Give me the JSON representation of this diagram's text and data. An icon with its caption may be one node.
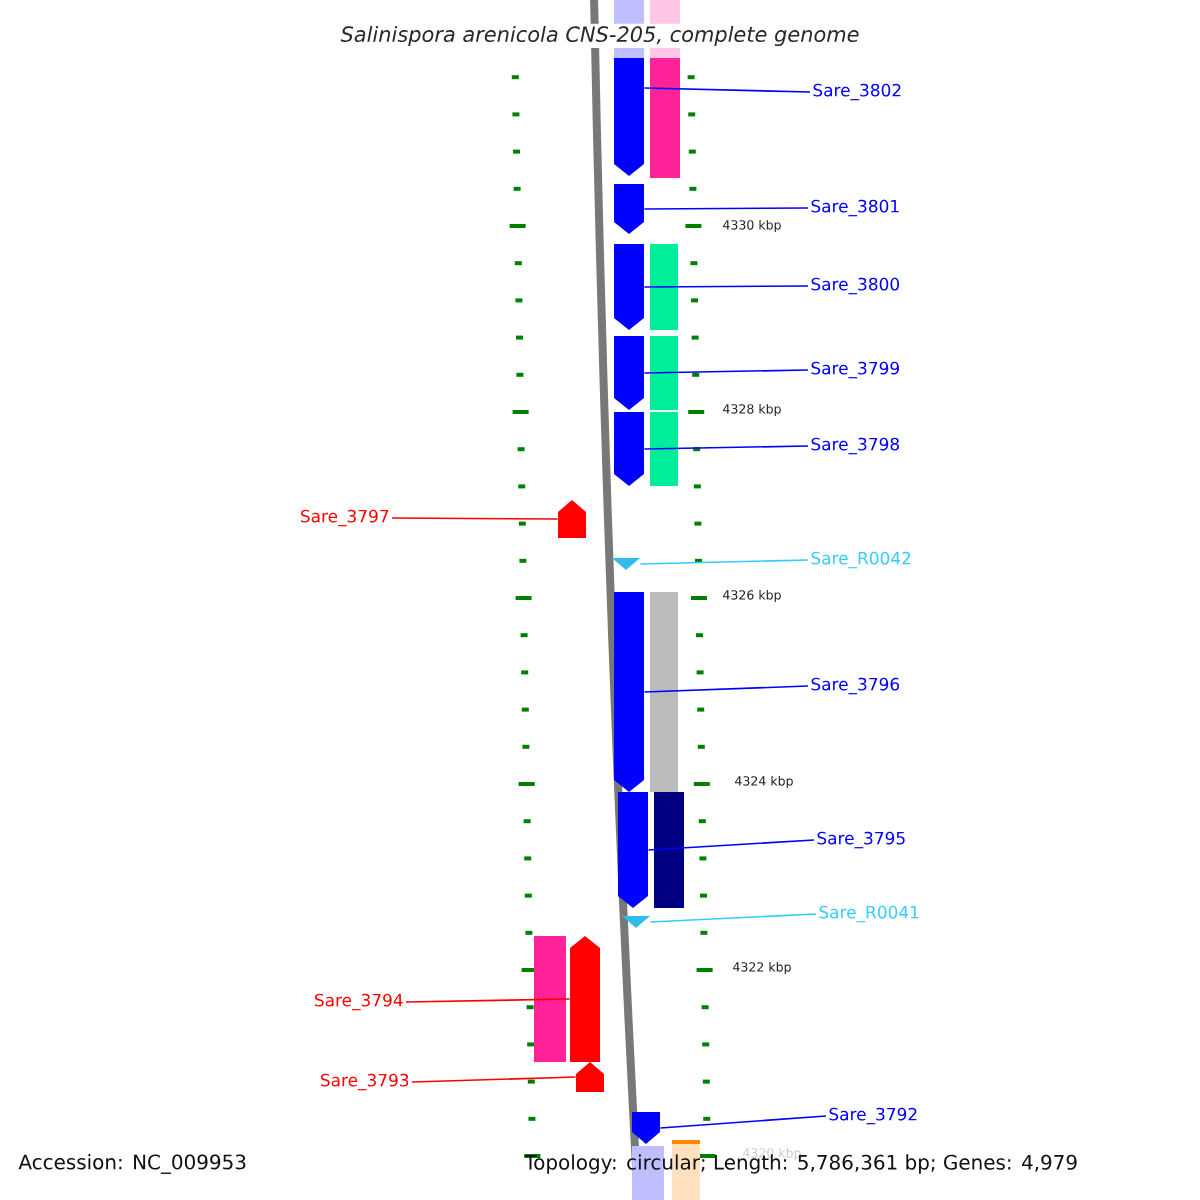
{
  "diagram": {
    "title": "Salinispora arenicola CNS-205, complete genome",
    "nodes": [
      {
        "text": [
          "Sare_3802"
        ]
      },
      {
        "text": [],
        "shape": "arrow"
      },
      {
        "text": [
          "Sare_3801"
        ]
      },
      {
        "text": [],
        "shape": "arrow"
      },
      {
        "text": [
          "Sare_3800"
        ]
      },
      {
        "text": [],
        "shape": "arrow"
      },
      {
        "text": [
          "Sare_3799"
        ]
      },
      {
        "text": [],
        "shape": "arrow"
      },
      {
        "text": [
          "Sare_3798"
        ]
      },
      {
        "text": [],
        "shape": "arrow"
      },
      {
        "text": [
          "Sare_3797"
        ]
      },
      {
        "text": [],
        "shape": "arrow"
      },
      {
        "text": [
          "Sare_R0042"
        ]
      },
      {
        "text": [],
        "shape": "triangle"
      },
      {
        "text": [
          "Sare_3796"
        ]
      },
      {
        "text": [],
        "shape": "arrow"
      },
      {
        "text": [
          "Sare_3795"
        ]
      },
      {
        "text": [],
        "shape": "arrow"
      },
      {
        "text": [
          "Sare_R0041"
        ]
      },
      {
        "text": [],
        "shape": "triangle"
      },
      {
        "text": [
          "Sare_3794"
        ]
      },
      {
        "text": [],
        "shape": "arrow"
      },
      {
        "text": [
          "Sare_3793"
        ]
      },
      {
        "text": [],
        "shape": "arrow"
      },
      {
        "text": [
          "Sare_3792"
        ]
      },
      {
        "text": [],
        "shape": "arrow"
      },
      {
        "text": [],
        "shape": "bar"
      },
      {
        "text": [],
        "shape": "bar"
      },
      {
        "text": [],
        "shape": "bar"
      },
      {
        "text": [],
        "shape": "bar"
      },
      {
        "text": [],
        "shape": "bar"
      },
      {
        "text": [],
        "shape": "bar"
      },
      {
        "text": [],
        "shape": "bar"
      },
      {
        "text": [],
        "shape": "bar"
      },
      {
        "text": [],
        "shape": "bar"
      }
    ],
    "edges": [
      {
        "from": 0,
        "to": 1,
        "arrow": "none"
      },
      {
        "from": 2,
        "to": 3,
        "arrow": "none"
      },
      {
        "from": 4,
        "to": 5,
        "arrow": "none"
      },
      {
        "from": 6,
        "to": 7,
        "arrow": "none"
      },
      {
        "from": 8,
        "to": 9,
        "arrow": "none"
      },
      {
        "from": 10,
        "to": 11,
        "arrow": "none",
        "color": "#ff0000"
      },
      {
        "from": 12,
        "to": 13,
        "arrow": "none",
        "color": "#33ccff"
      },
      {
        "from": 14,
        "to": 15,
        "arrow": "none"
      },
      {
        "from": 16,
        "to": 17,
        "arrow": "none"
      },
      {
        "from": 18,
        "to": 19,
        "arrow": "none",
        "color": "#33ccff"
      },
      {
        "from": 20,
        "to": 21,
        "arrow": "none",
        "color": "#ff0000"
      },
      {
        "from": 22,
        "to": 23,
        "arrow": "none",
        "color": "#ff0000"
      },
      {
        "from": 24,
        "to": 25,
        "arrow": "none"
      }
    ],
    "labels": [
      "4330 kbp",
      "4328 kbp",
      "4326 kbp",
      "4324 kbp",
      "4322 kbp",
      "4320 kbp",
      "Accession: NC_009953",
      "Topology: circular; Length: 5,786,361 bp; Genes: 4,979"
    ]
  }
}
